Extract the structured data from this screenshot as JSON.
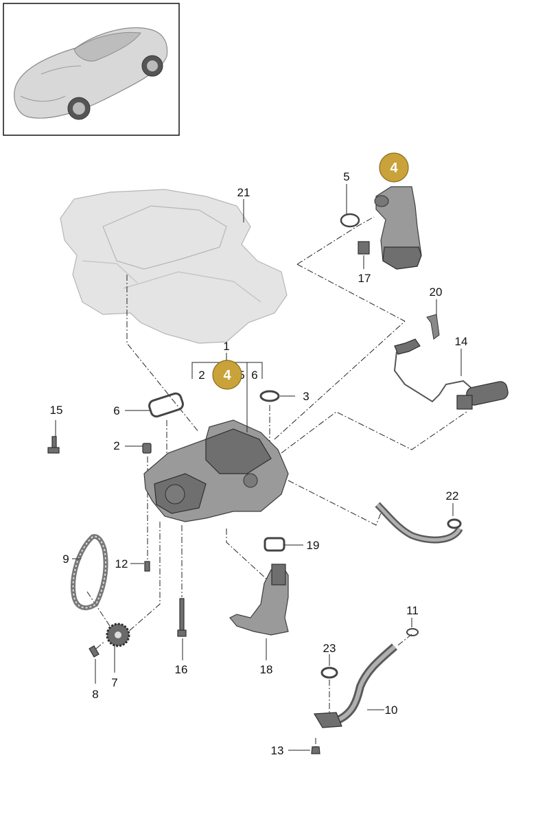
{
  "diagram": {
    "accent_color": "#c9a23a",
    "badges": [
      {
        "id": "badge-top",
        "label": "4"
      },
      {
        "id": "badge-middle",
        "label": "4"
      }
    ],
    "group_labels": {
      "sub_2": "2",
      "sub_5": "5",
      "sub_6": "6"
    },
    "callouts": [
      {
        "id": "1",
        "label": "1"
      },
      {
        "id": "2",
        "label": "2"
      },
      {
        "id": "3",
        "label": "3"
      },
      {
        "id": "5",
        "label": "5"
      },
      {
        "id": "6",
        "label": "6"
      },
      {
        "id": "7",
        "label": "7"
      },
      {
        "id": "8",
        "label": "8"
      },
      {
        "id": "9",
        "label": "9"
      },
      {
        "id": "10",
        "label": "10"
      },
      {
        "id": "11",
        "label": "11"
      },
      {
        "id": "12",
        "label": "12"
      },
      {
        "id": "13",
        "label": "13"
      },
      {
        "id": "14",
        "label": "14"
      },
      {
        "id": "15",
        "label": "15"
      },
      {
        "id": "16",
        "label": "16"
      },
      {
        "id": "17",
        "label": "17"
      },
      {
        "id": "18",
        "label": "18"
      },
      {
        "id": "19",
        "label": "19"
      },
      {
        "id": "20",
        "label": "20"
      },
      {
        "id": "21",
        "label": "21"
      },
      {
        "id": "22",
        "label": "22"
      },
      {
        "id": "23",
        "label": "23"
      }
    ]
  }
}
